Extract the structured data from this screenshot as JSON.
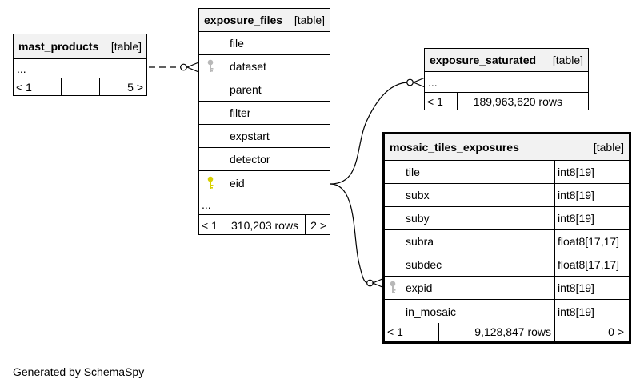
{
  "tables": {
    "mast_products": {
      "name": "mast_products",
      "type_label": "[table]",
      "ellipsis": "...",
      "nav": {
        "left": "< 1",
        "middle": "",
        "right": "5 >"
      }
    },
    "exposure_files": {
      "name": "exposure_files",
      "type_label": "[table]",
      "columns": [
        {
          "name": "file",
          "key": ""
        },
        {
          "name": "dataset",
          "key": "foreign"
        },
        {
          "name": "parent",
          "key": ""
        },
        {
          "name": "filter",
          "key": ""
        },
        {
          "name": "expstart",
          "key": ""
        },
        {
          "name": "detector",
          "key": ""
        },
        {
          "name": "eid",
          "key": "primary"
        }
      ],
      "ellipsis": "...",
      "nav": {
        "left": "< 1",
        "rows": "310,203 rows",
        "right": "2 >"
      }
    },
    "exposure_saturated": {
      "name": "exposure_saturated",
      "type_label": "[table]",
      "ellipsis": "...",
      "nav": {
        "left": "< 1",
        "rows": "189,963,620 rows",
        "right": ""
      }
    },
    "mosaic_tiles_exposures": {
      "name": "mosaic_tiles_exposures",
      "type_label": "[table]",
      "columns": [
        {
          "name": "tile",
          "type": "int8[19]",
          "key": ""
        },
        {
          "name": "subx",
          "type": "int8[19]",
          "key": ""
        },
        {
          "name": "suby",
          "type": "int8[19]",
          "key": ""
        },
        {
          "name": "subra",
          "type": "float8[17,17]",
          "key": ""
        },
        {
          "name": "subdec",
          "type": "float8[17,17]",
          "key": ""
        },
        {
          "name": "expid",
          "type": "int8[19]",
          "key": "foreign"
        },
        {
          "name": "in_mosaic",
          "type": "int8[19]",
          "key": ""
        }
      ],
      "nav": {
        "left": "< 1",
        "rows": "9,128,847 rows",
        "right": "0 >"
      }
    }
  },
  "footer": "Generated by SchemaSpy",
  "colors": {
    "header_fill": "#f2f2f2",
    "primary_key": "#d8d000",
    "foreign_key": "#b8b8b8",
    "line": "#000000"
  }
}
